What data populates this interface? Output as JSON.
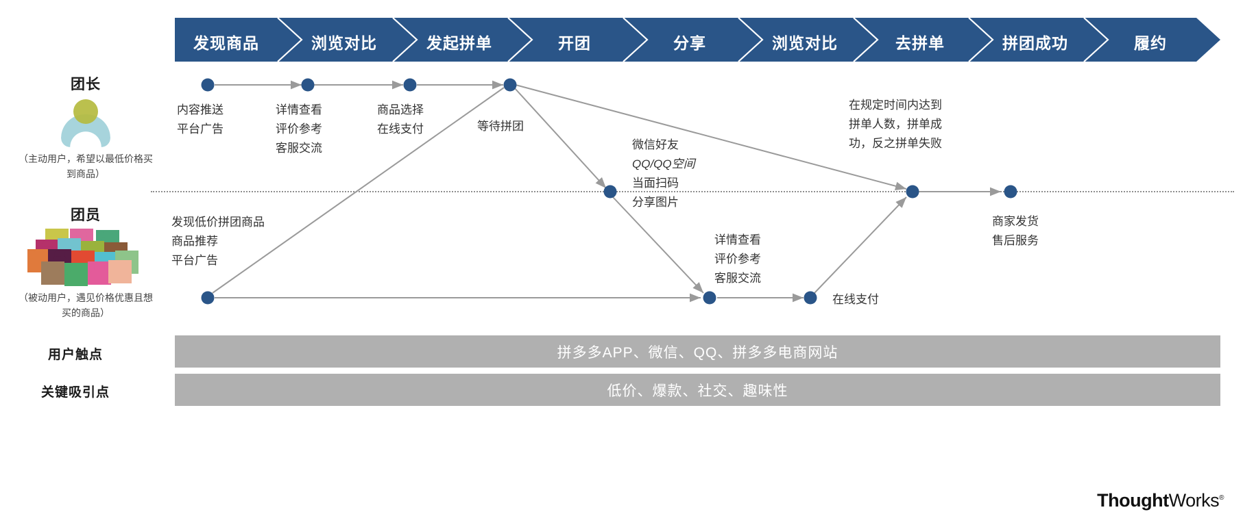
{
  "stages": [
    {
      "label": "发现商品"
    },
    {
      "label": "浏览对比"
    },
    {
      "label": "发起拼单"
    },
    {
      "label": "开团"
    },
    {
      "label": "分享"
    },
    {
      "label": "浏览对比"
    },
    {
      "label": "去拼单"
    },
    {
      "label": "拼团成功"
    },
    {
      "label": "履约"
    }
  ],
  "personas": [
    {
      "title": "团长",
      "desc": "（主动用户，希望以最低价格买到商品）",
      "icon": "single-person-icon"
    },
    {
      "title": "团员",
      "desc": "（被动用户，遇见价格优惠且想买的商品）",
      "icon": "group-people-icon"
    }
  ],
  "leader_steps": [
    {
      "lines": "内容推送\n平台广告"
    },
    {
      "lines": "详情查看\n评价参考\n客服交流"
    },
    {
      "lines": "商品选择\n在线支付"
    },
    {
      "lines": "等待拼团"
    }
  ],
  "share_block": {
    "line1": "微信好友",
    "line2": "QQ/QQ空间",
    "line3": "当面扫码",
    "line4": "分享图片"
  },
  "success_block": {
    "lines": "在规定时间内达到\n拼单人数，拼单成\n功，反之拼单失败"
  },
  "fulfill_block": {
    "lines": "商家发货\n售后服务"
  },
  "member_steps": [
    {
      "lines": "发现低价拼团商品\n商品推荐\n平台广告"
    },
    {
      "lines": "详情查看\n评价参考\n客服交流"
    },
    {
      "lines": "在线支付"
    }
  ],
  "bottom_rows": [
    {
      "label": "用户触点",
      "value": "拼多多APP、微信、QQ、拼多多电商网站"
    },
    {
      "label": "关键吸引点",
      "value": "低价、爆款、社交、趣味性"
    }
  ],
  "logo": {
    "bold": "Thought",
    "light": "Works",
    "mark": "®"
  },
  "colors": {
    "banner_blue": "#2a5588",
    "node_blue": "#2a5588",
    "bar_gray": "#b0b0b0",
    "connector_gray": "#9a9a9a"
  }
}
